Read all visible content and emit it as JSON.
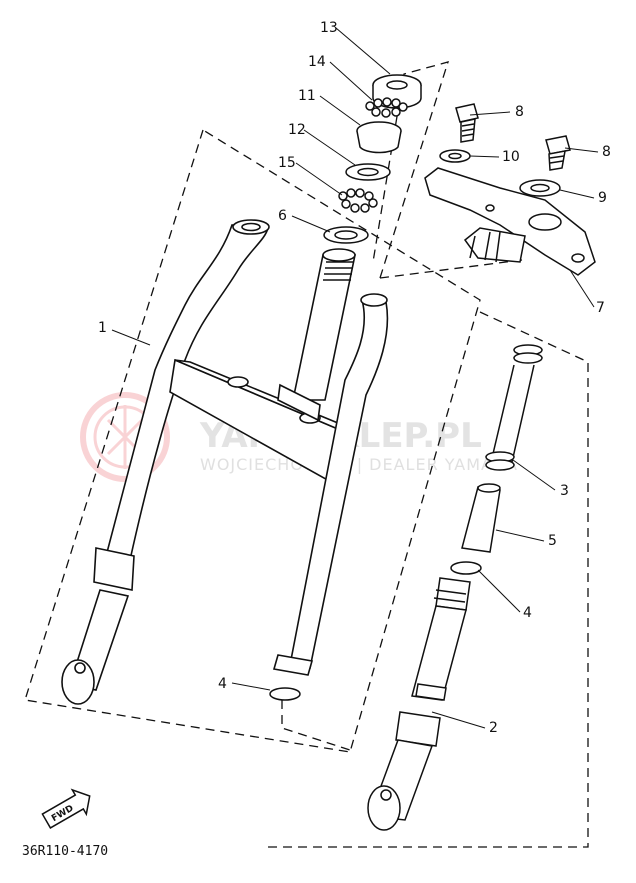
{
  "watermark": {
    "brand": "YAMASKLEP.PL",
    "dealer": "WOJCIECHOWICZ | DEALER YAMAHA"
  },
  "diagram_code": "36R110-4170",
  "direction_badge": "FWD",
  "callouts": {
    "c1": "1",
    "c2": "2",
    "c3": "3",
    "c4a": "4",
    "c4b": "4",
    "c5": "5",
    "c6": "6",
    "c7": "7",
    "c8a": "8",
    "c8b": "8",
    "c9": "9",
    "c10": "10",
    "c11": "11",
    "c12": "12",
    "c13": "13",
    "c14": "14",
    "c15": "15"
  }
}
